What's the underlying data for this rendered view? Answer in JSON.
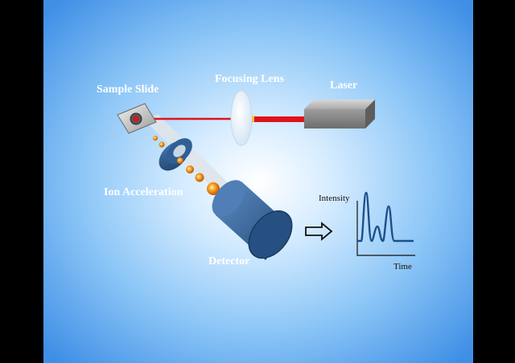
{
  "labels": {
    "sample_slide": "Sample Slide",
    "focusing_lens": "Focusing Lens",
    "laser": "Laser",
    "ion_acceleration": "Ion Acceleration",
    "detector": "Detector"
  },
  "spectrum": {
    "ylabel": "Intensity",
    "xlabel": "Time"
  },
  "colors": {
    "background_center": "#ffffff",
    "background_edge": "#3f8fe6",
    "laser_beam": "#e0121a",
    "ion_ball": "#f39a1c",
    "detector_body": "#2d5f94",
    "laser_box": "#8a8a8a",
    "spectrum_line": "#1d4f8a"
  },
  "icons": [
    "right-arrow-icon"
  ]
}
